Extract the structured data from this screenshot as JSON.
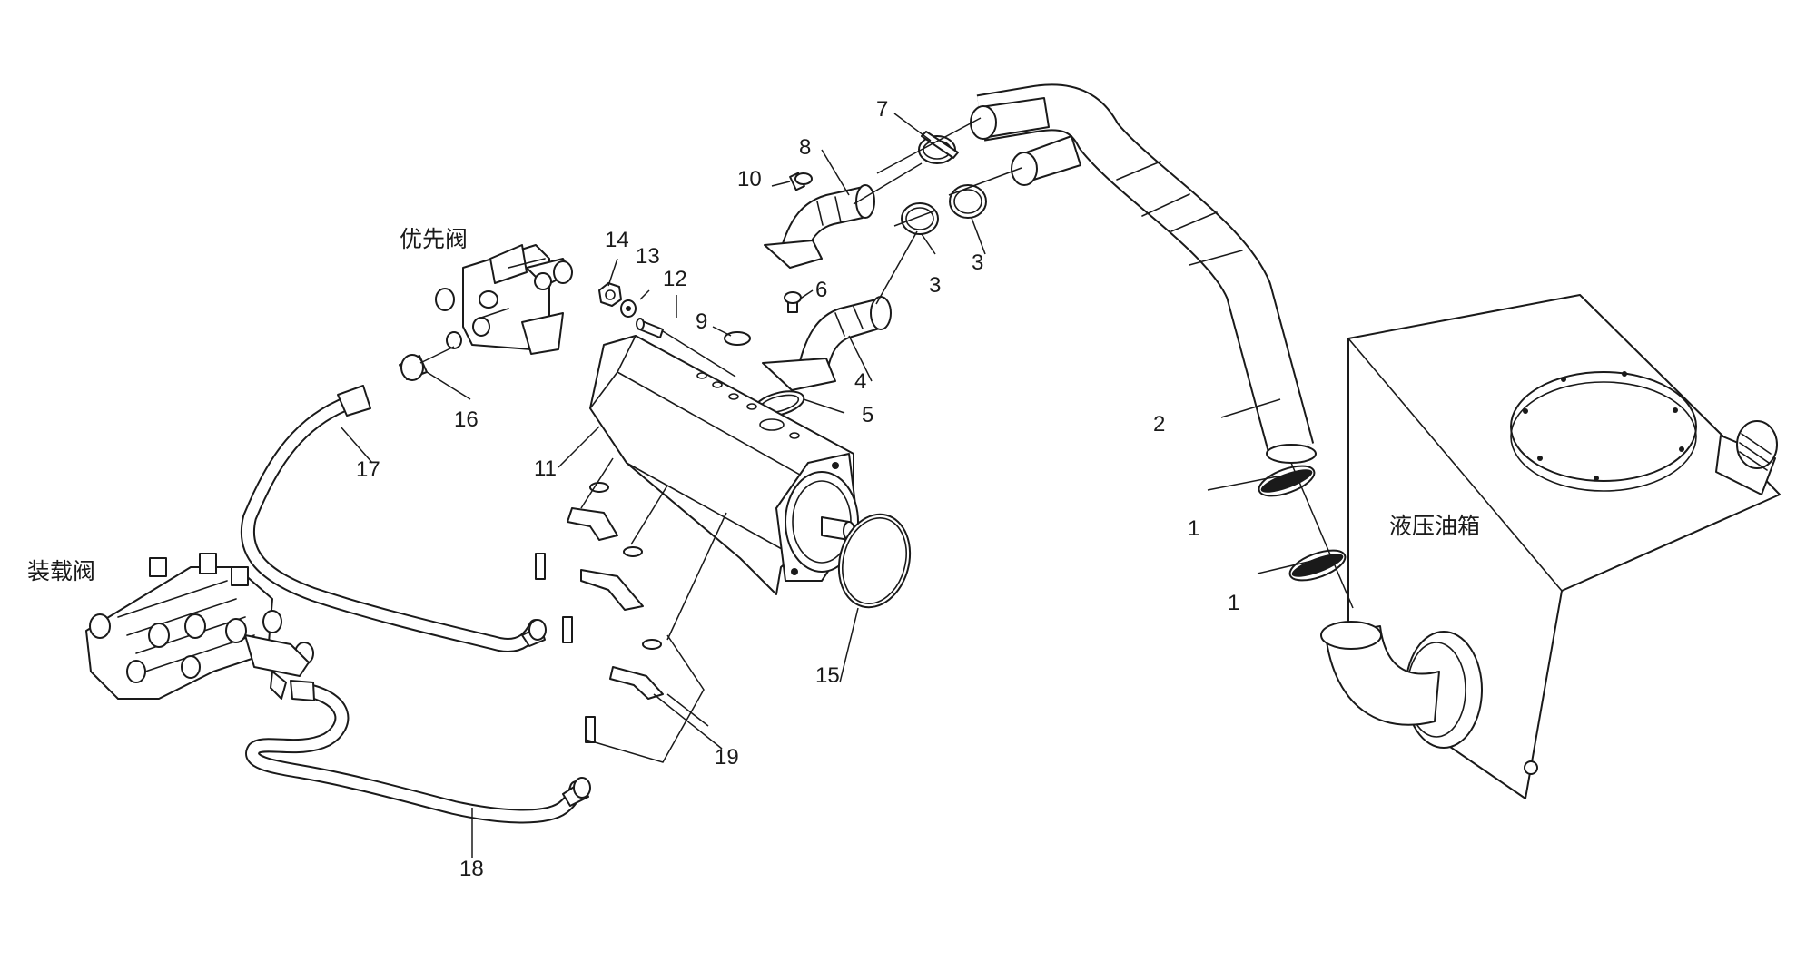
{
  "diagram": {
    "component_labels": {
      "priority_valve": "优先阀",
      "loading_valve": "装载阀",
      "hydraulic_tank": "液压油箱"
    },
    "callouts": {
      "c1a": "1",
      "c1b": "1",
      "c2": "2",
      "c3a": "3",
      "c3b": "3",
      "c4": "4",
      "c5": "5",
      "c6": "6",
      "c7": "7",
      "c8": "8",
      "c9": "9",
      "c10": "10",
      "c11": "11",
      "c12": "12",
      "c13": "13",
      "c14": "14",
      "c15": "15",
      "c16": "16",
      "c17": "17",
      "c18": "18",
      "c19": "19"
    }
  }
}
